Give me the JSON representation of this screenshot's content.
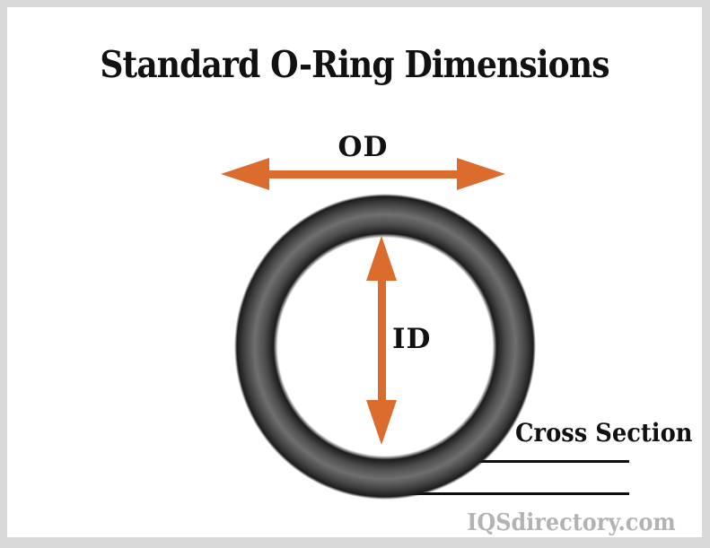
{
  "title": "Standard O-Ring Dimensions",
  "diagram": {
    "type": "o-ring-dimension-diagram",
    "labels": {
      "outer_diameter": "OD",
      "inner_diameter": "ID",
      "cross_section": "Cross Section"
    },
    "annotations": [
      "horizontal double-headed arrow spanning ring outer diameter",
      "vertical double-headed arrow spanning ring inner diameter",
      "two leader lines bracketing the ring tube cross-section"
    ]
  },
  "watermark": "IQSdirectory.com",
  "colors": {
    "arrow_orange": "#db6c2e",
    "text_black": "#111111",
    "line_black": "#0d0d0d",
    "ring_edge": "#1c1c1c",
    "ring_highlight": "#6f6f6f",
    "watermark_gray": "#b3b3b3",
    "frame_gray": "#d9d9d9",
    "paper_white": "#ffffff"
  }
}
